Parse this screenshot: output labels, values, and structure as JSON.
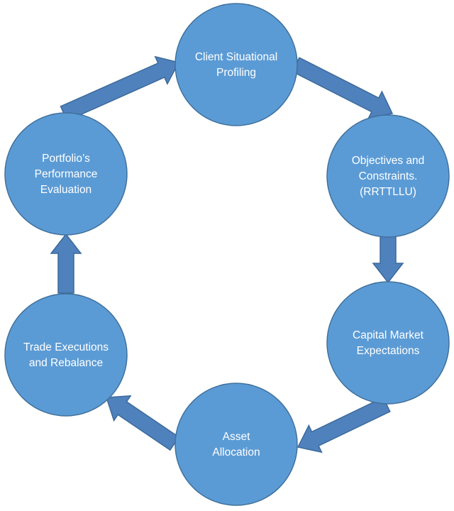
{
  "diagram": {
    "type": "cycle",
    "colors": {
      "node_fill": "#5b9bd5",
      "node_stroke": "#41719c",
      "arrow_fill": "#4f81bd",
      "arrow_stroke": "#3c6a9a",
      "text": "#ffffff"
    },
    "nodes": [
      {
        "id": "client-situational-profiling",
        "lines": [
          "Client Situational",
          "Profiling"
        ]
      },
      {
        "id": "objectives-and-constraints",
        "lines": [
          "Objectives and",
          "Constraints.",
          "(RRTTLLU)"
        ]
      },
      {
        "id": "capital-market-expectations",
        "lines": [
          "Capital Market",
          "Expectations"
        ]
      },
      {
        "id": "asset-allocation",
        "lines": [
          "Asset",
          "Allocation"
        ]
      },
      {
        "id": "trade-executions-and-rebalance",
        "lines": [
          "Trade Executions",
          "and Rebalance"
        ]
      },
      {
        "id": "portfolios-performance-evaluation",
        "lines": [
          "Portfolio’s",
          "Performance",
          "Evaluation"
        ]
      }
    ],
    "edges": [
      {
        "from": "client-situational-profiling",
        "to": "objectives-and-constraints"
      },
      {
        "from": "objectives-and-constraints",
        "to": "capital-market-expectations"
      },
      {
        "from": "capital-market-expectations",
        "to": "asset-allocation"
      },
      {
        "from": "asset-allocation",
        "to": "trade-executions-and-rebalance"
      },
      {
        "from": "trade-executions-and-rebalance",
        "to": "portfolios-performance-evaluation"
      },
      {
        "from": "portfolios-performance-evaluation",
        "to": "client-situational-profiling"
      }
    ]
  }
}
